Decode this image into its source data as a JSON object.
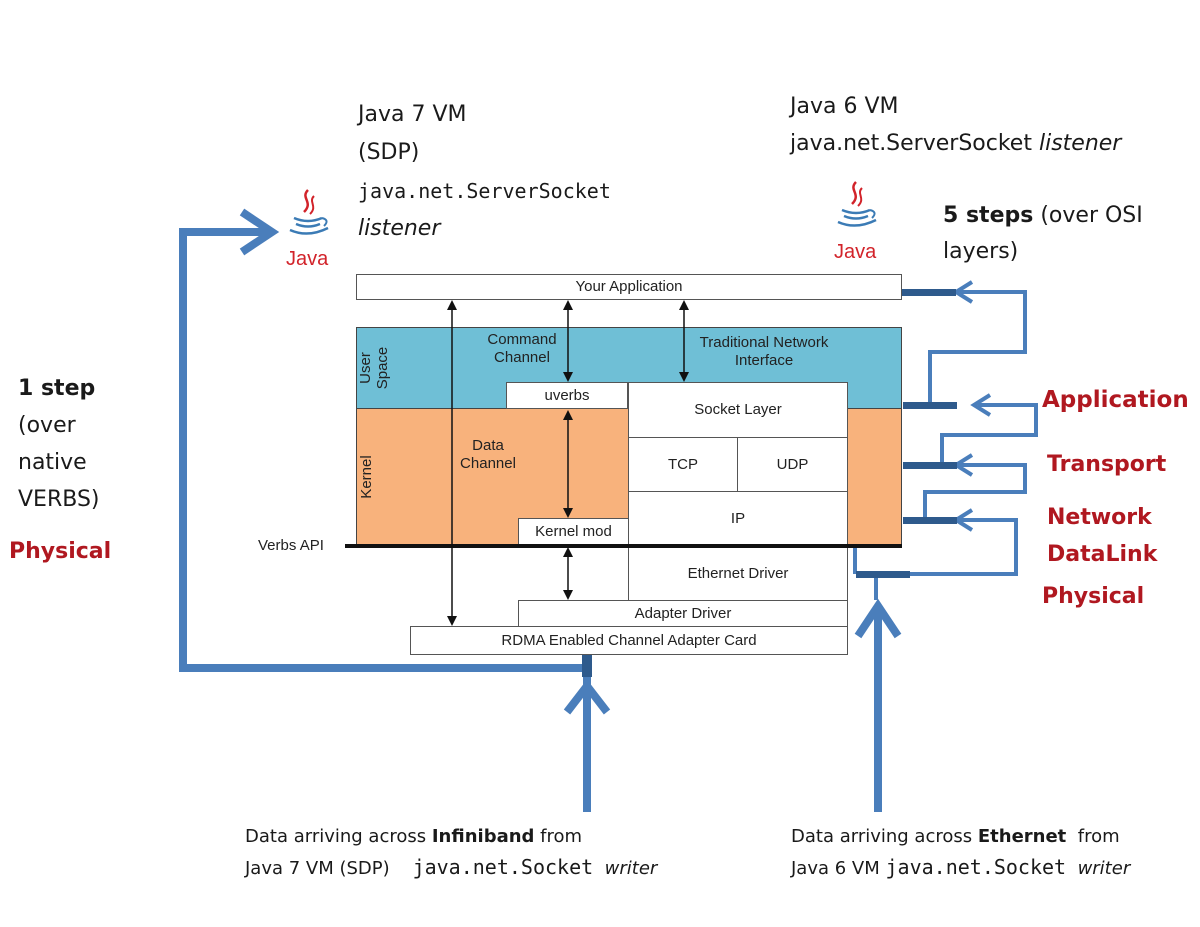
{
  "top_left_label": {
    "line1": "Java 7 VM",
    "line2": "(SDP)",
    "line3": "java.net.ServerSocket",
    "line4": "listener"
  },
  "top_right_label": {
    "line1": "Java 6 VM",
    "line2_code": "java.net.ServerSocket",
    "line2_italic": "listener"
  },
  "java_logo_text": "Java",
  "five_steps": {
    "bold": "5 steps",
    "rest": "(over OSI",
    "line2": "layers)"
  },
  "one_step": {
    "bold": "1 step",
    "line2": "(over",
    "line3": "native",
    "line4": "VERBS)",
    "layer": "Physical"
  },
  "osi_layers": [
    "Application",
    "Transport",
    "Network",
    "DataLink",
    "Physical"
  ],
  "stack": {
    "your_application": "Your Application",
    "user_space": "User Space",
    "user_space_l1": "User",
    "user_space_l2": "Space",
    "kernel": "Kernel",
    "command_channel_l1": "Command",
    "command_channel_l2": "Channel",
    "traditional_l1": "Traditional Network",
    "traditional_l2": "Interface",
    "uverbs": "uverbs",
    "socket_layer": "Socket Layer",
    "data_channel_l1": "Data",
    "data_channel_l2": "Channel",
    "tcp": "TCP",
    "udp": "UDP",
    "ip": "IP",
    "kernel_mod": "Kernel mod",
    "verbs_api": "Verbs API",
    "ethernet_driver": "Ethernet Driver",
    "adapter_driver": "Adapter Driver",
    "rdma_card": "RDMA Enabled Channel Adapter Card"
  },
  "bottom_left": {
    "pre": "Data arriving across ",
    "bold": "Infiniband",
    "post": " from",
    "line2_pre": "Java 7 VM (SDP)",
    "line2_code": "java.net.Socket",
    "line2_italic": "writer"
  },
  "bottom_right": {
    "pre": "Data arriving across ",
    "bold": "Ethernet",
    "post": "  from",
    "line2_pre": "Java 6 VM ",
    "line2_code": "java.net.Socket",
    "line2_italic": "writer"
  },
  "colors": {
    "user_space": "#6fbfd6",
    "kernel": "#f8b27c",
    "arrow_blue": "#4a7ebb",
    "connector_dark": "#2e5a8c",
    "osi_red": "#b01820"
  }
}
